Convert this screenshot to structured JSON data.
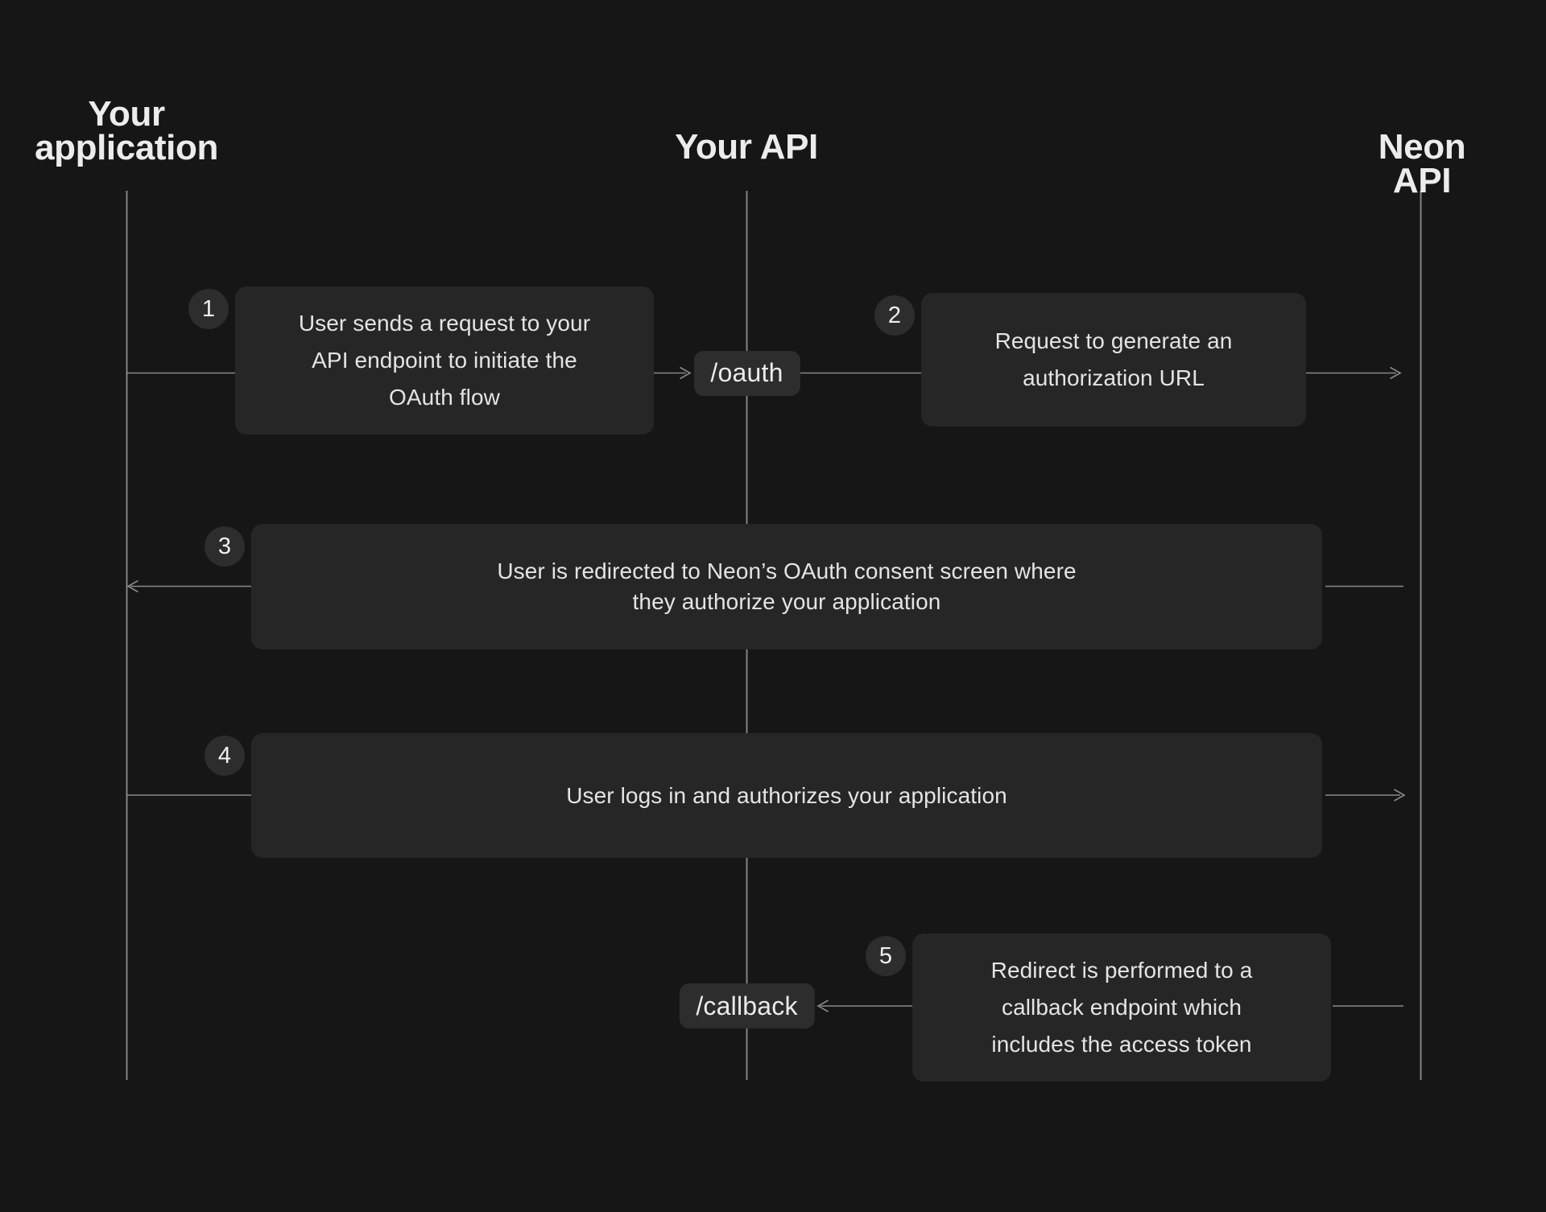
{
  "diagram": {
    "actors": [
      {
        "id": "your-application",
        "label": "Your application",
        "lines": [
          "Your",
          "application"
        ]
      },
      {
        "id": "your-api",
        "label": "Your API",
        "lines": [
          "Your API"
        ]
      },
      {
        "id": "neon-api",
        "label": "Neon API",
        "lines": [
          "Neon API"
        ]
      }
    ],
    "endpoints": [
      {
        "id": "oauth",
        "label": "/oauth"
      },
      {
        "id": "callback",
        "label": "/callback"
      }
    ],
    "steps": [
      {
        "number": "1",
        "lines": [
          "User sends a request to your",
          "API endpoint to initiate the",
          "OAuth flow"
        ]
      },
      {
        "number": "2",
        "lines": [
          "Request to generate an",
          "authorization URL"
        ]
      },
      {
        "number": "3",
        "lines": [
          "User is redirected to Neon’s OAuth consent screen where",
          "they authorize your application"
        ]
      },
      {
        "number": "4",
        "lines": [
          "User logs in and authorizes your application"
        ]
      },
      {
        "number": "5",
        "lines": [
          "Redirect is performed to a",
          "callback endpoint which",
          "includes the access token"
        ]
      }
    ],
    "colors": {
      "background": "#161616",
      "box": "#262626",
      "badge": "#2d2d2d",
      "chip": "#2d2d2d",
      "text": "#e4e4e4",
      "heading_text": "#ececec",
      "line": "#969696"
    }
  }
}
